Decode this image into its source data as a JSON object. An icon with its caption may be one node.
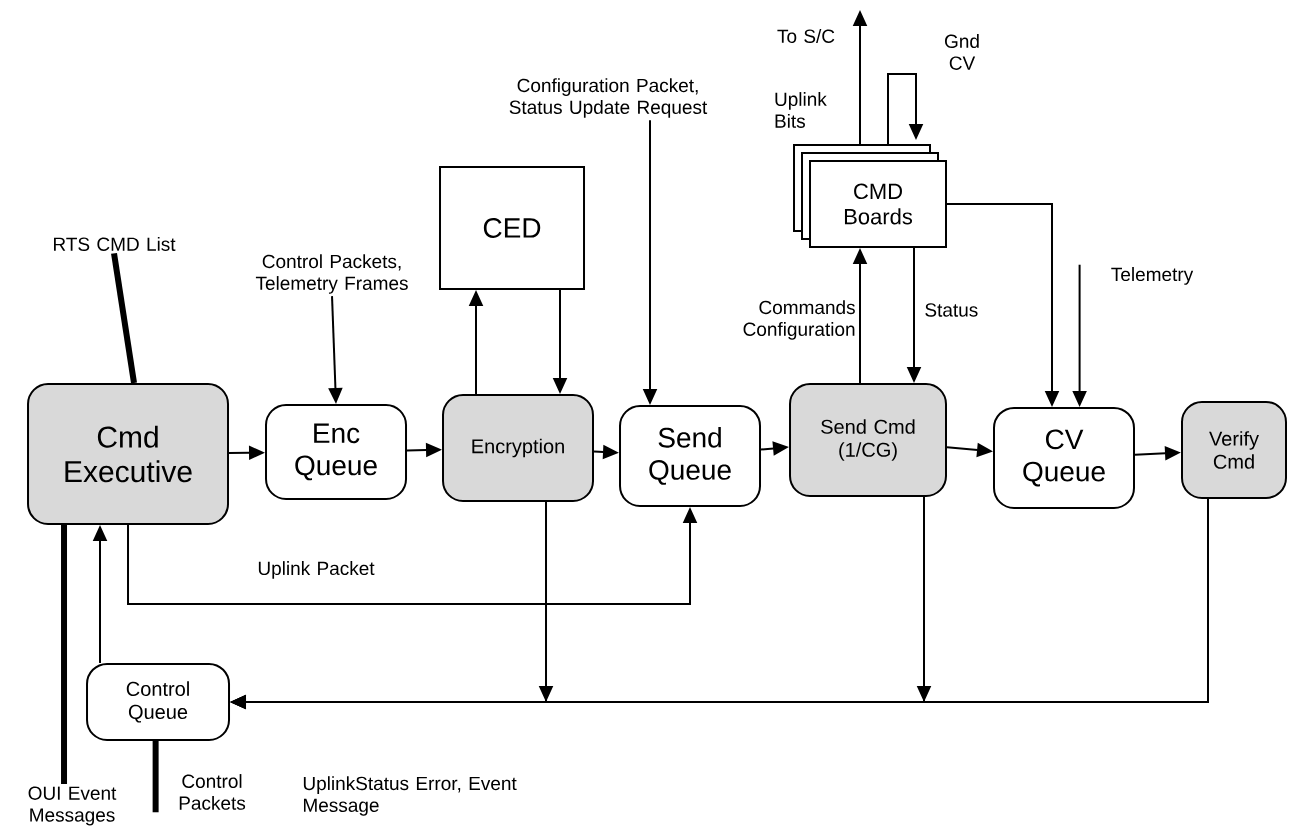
{
  "diagram": {
    "nodes": [
      {
        "text": [
          "Cmd Executive"
        ]
      },
      {
        "text": [
          "Enc Queue"
        ]
      },
      {
        "text": [
          "CED"
        ]
      },
      {
        "text": [
          "Encryption"
        ]
      },
      {
        "text": [
          "Send Queue"
        ]
      },
      {
        "text": [
          "CMD Boards"
        ]
      },
      {
        "text": [
          "Send Cmd (1/CG)"
        ]
      },
      {
        "text": [
          "CV Queue"
        ]
      },
      {
        "text": [
          "Verify Cmd"
        ]
      },
      {
        "text": [
          "Control Queue"
        ]
      },
      {
        "text": [
          "RTS CMD List"
        ]
      },
      {
        "text": [
          "Control Packets, Telemetry Frames"
        ]
      },
      {
        "text": [
          "Configuration Packet, Status Update Request"
        ]
      },
      {
        "text": [
          "Telemetry"
        ]
      },
      {
        "text": [
          "OUI Event Messages"
        ]
      },
      {
        "text": [
          "Control Packets"
        ]
      }
    ],
    "edges": [
      {
        "from": 10,
        "to": 0,
        "arrow": "none",
        "style": "thick"
      },
      {
        "from": 11,
        "to": 1,
        "arrow": "to"
      },
      {
        "from": 12,
        "to": 4,
        "arrow": "to"
      },
      {
        "from": 13,
        "to": 7,
        "arrow": "to"
      },
      {
        "from": 14,
        "to": 0,
        "arrow": "none",
        "style": "thick"
      },
      {
        "from": 15,
        "to": 9,
        "arrow": "none",
        "style": "thick"
      },
      {
        "from": 0,
        "to": 1,
        "arrow": "to"
      },
      {
        "from": 1,
        "to": 3,
        "arrow": "to"
      },
      {
        "from": 3,
        "to": 4,
        "arrow": "to"
      },
      {
        "from": 4,
        "to": 6,
        "arrow": "to"
      },
      {
        "from": 6,
        "to": 7,
        "arrow": "to"
      },
      {
        "from": 7,
        "to": 8,
        "arrow": "to"
      },
      {
        "from": 3,
        "to": 2,
        "arrow": "to"
      },
      {
        "from": 2,
        "to": 3,
        "arrow": "to"
      },
      {
        "from": 0,
        "to": 4,
        "arrow": "to",
        "label": "Uplink Packet"
      },
      {
        "from": 6,
        "to": 5,
        "arrow": "to",
        "label": "Commands Configuration"
      },
      {
        "from": 5,
        "to": 6,
        "arrow": "to",
        "label": "Status"
      },
      {
        "from": 5,
        "to": null,
        "arrow": "to",
        "label": "To S/C"
      },
      {
        "from": 5,
        "to": 5,
        "arrow": "to",
        "label": "Gnd CV"
      },
      {
        "from": 5,
        "to": 7,
        "arrow": "to"
      },
      {
        "from": 8,
        "to": 9,
        "arrow": "to",
        "label": "UplinkStatus Error, Event Message"
      },
      {
        "from": 3,
        "to": 9,
        "arrow": "to"
      },
      {
        "from": 6,
        "to": 9,
        "arrow": "to"
      },
      {
        "from": 9,
        "to": 0,
        "arrow": "to"
      }
    ],
    "labels": [
      "Uplink Bits"
    ]
  }
}
